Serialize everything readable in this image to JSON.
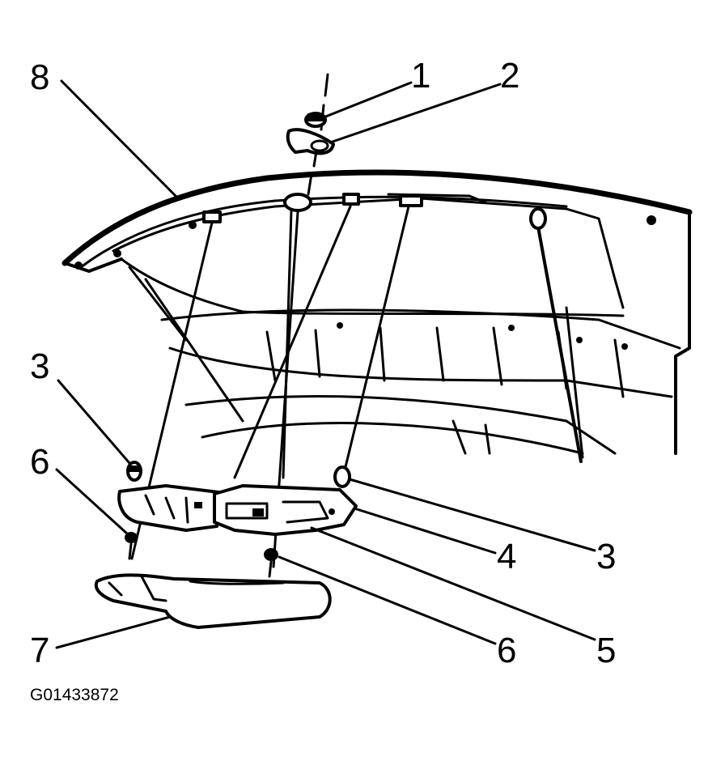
{
  "figure_id": "G01433872",
  "callouts": {
    "c1": "1",
    "c2": "2",
    "c3_left": "3",
    "c3_right": "3",
    "c4": "4",
    "c5": "5",
    "c6_left": "6",
    "c6_right": "6",
    "c7": "7",
    "c8": "8"
  },
  "colors": {
    "ink": "#000000",
    "paper": "#ffffff"
  }
}
